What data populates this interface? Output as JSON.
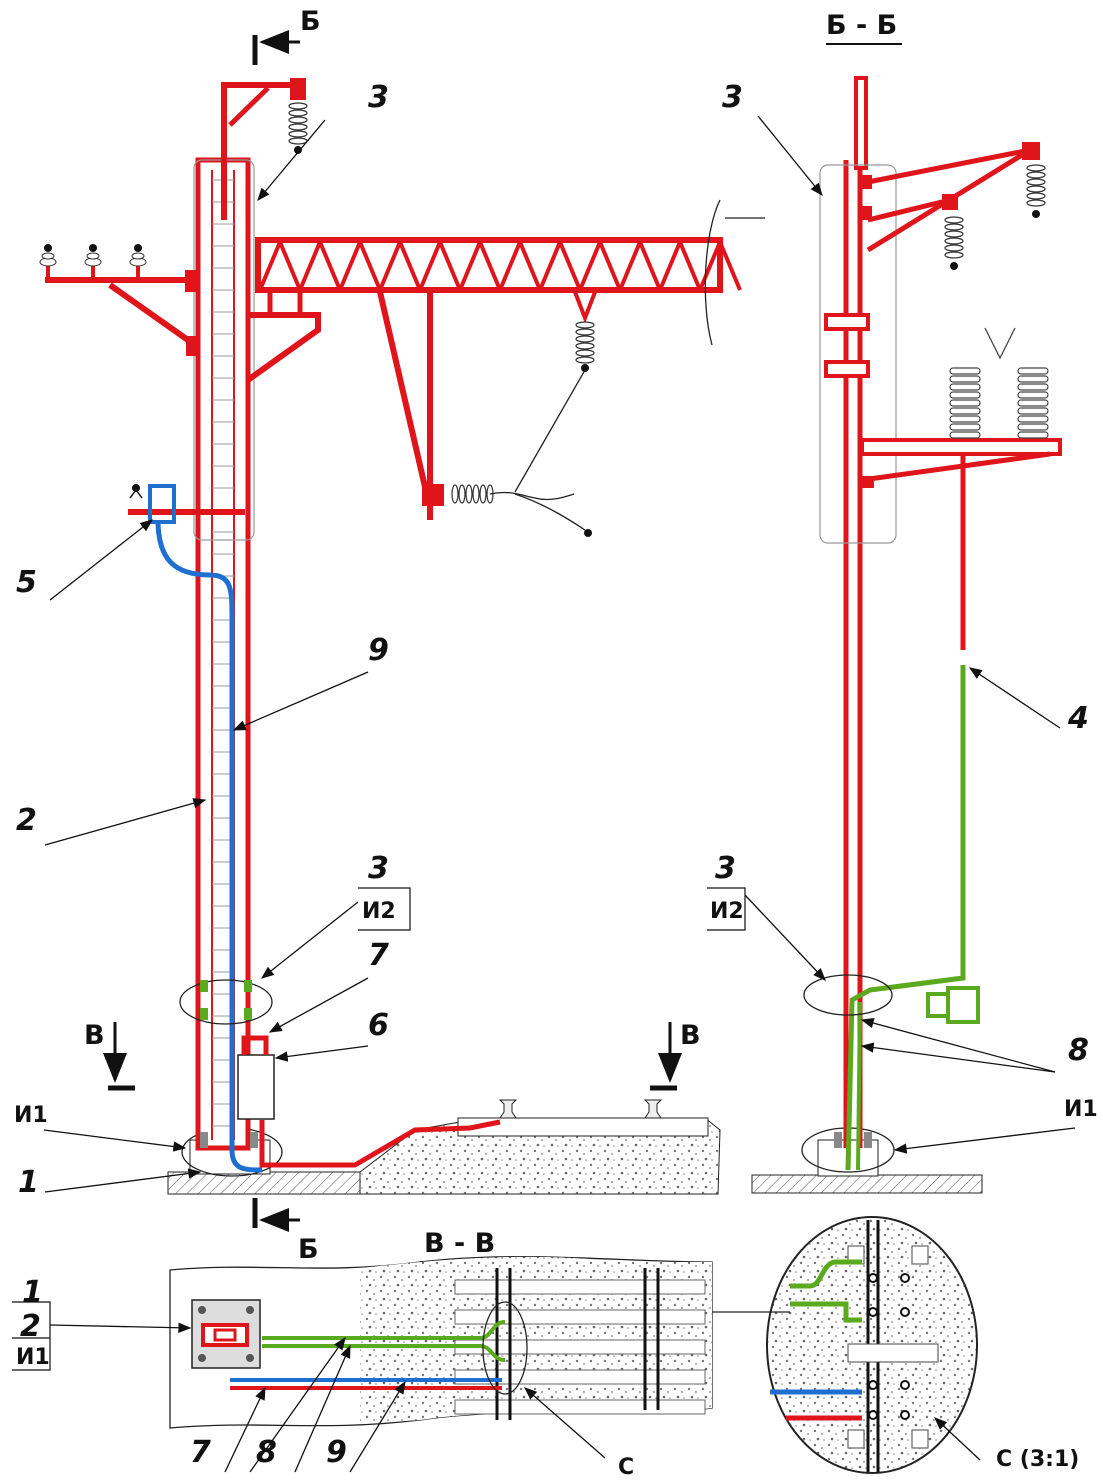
{
  "sections": {
    "bb_title": "Б - Б",
    "vv_title": "В - В",
    "cut_b": "Б",
    "cut_v": "В"
  },
  "callouts": {
    "n1": "1",
    "n2": "2",
    "n3": "3",
    "n4": "4",
    "n5": "5",
    "n6": "6",
    "n7": "7",
    "n8": "8",
    "n9": "9",
    "i1": "И1",
    "i2": "И2",
    "c": "С",
    "c_scale": "С (3:1)"
  },
  "colors": {
    "structure": "#e0141b",
    "cable_blue": "#1f6fd0",
    "cable_green": "#5aa91e",
    "ink": "#222222"
  }
}
